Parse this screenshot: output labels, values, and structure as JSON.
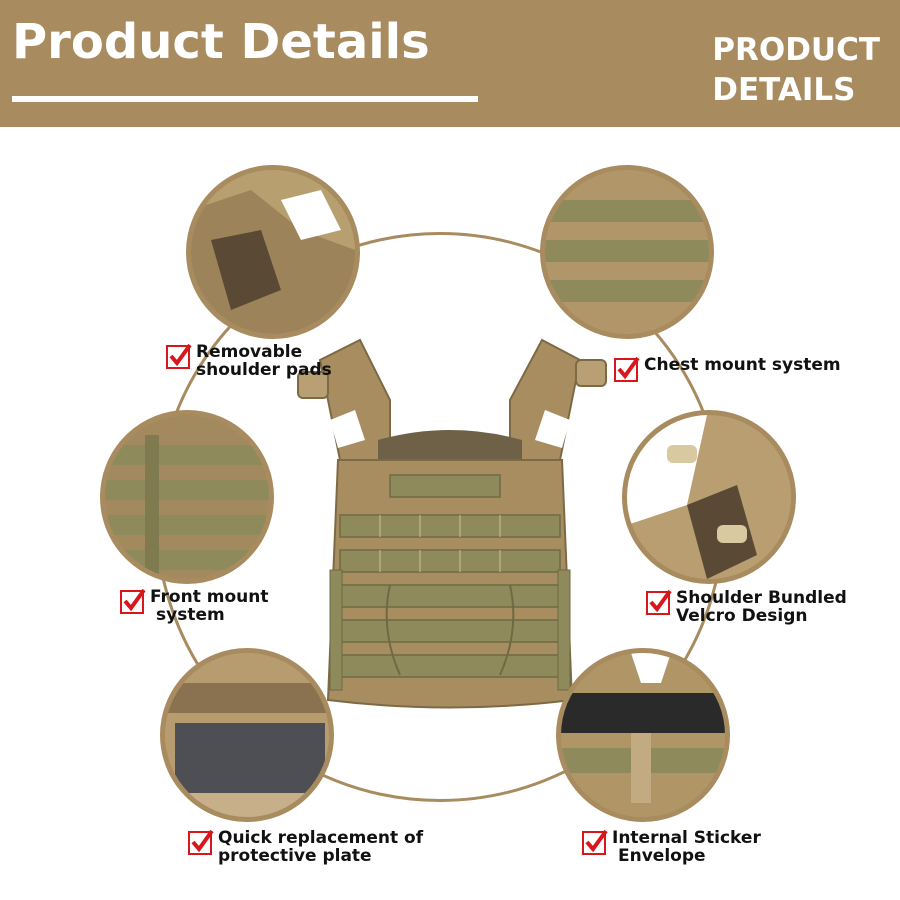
{
  "banner": {
    "title": "Product Details",
    "right_line1": "PRODUCT",
    "right_line2": "DETAILS"
  },
  "colors": {
    "banner": "#a88b5e",
    "ring": "#a88b5e",
    "vest": "#a78d60",
    "webbing": "#8f8a5c",
    "check_box": "#d8161b"
  },
  "labels": {
    "shoulder_pads": [
      "Removable",
      "shoulder pads"
    ],
    "chest_mount": [
      "Chest mount system"
    ],
    "front_mount": [
      "Front mount",
      "system"
    ],
    "velcro": [
      "Shoulder Bundled",
      "Velcro Design"
    ],
    "plate": [
      "Quick replacement of",
      "protective plate"
    ],
    "envelope": [
      "Internal Sticker",
      "Envelope"
    ]
  },
  "icons": {
    "check": "checkbox-check-icon"
  }
}
